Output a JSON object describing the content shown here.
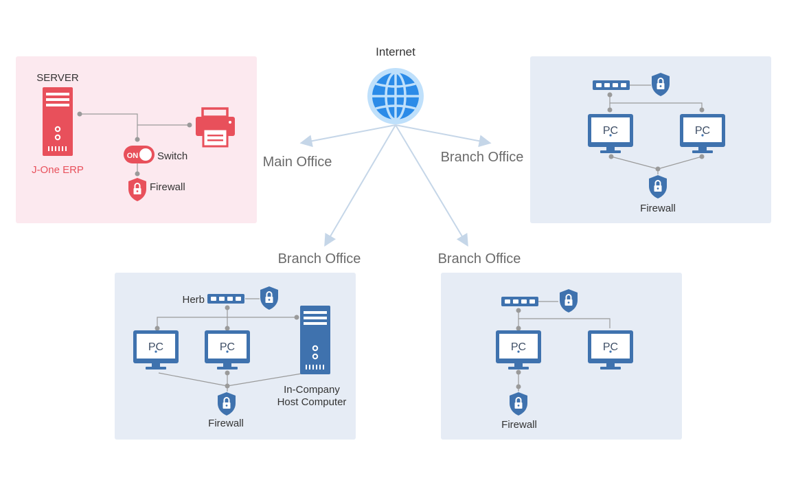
{
  "internet_label": "Internet",
  "main_office": {
    "caption": "Main Office",
    "server_label": "SERVER",
    "erp_label": "J-One ERP",
    "switch_label": "Switch",
    "switch_state": "ON",
    "firewall_label": "Firewall"
  },
  "branch_top_right": {
    "caption": "Branch Office",
    "pc1_label": "PC",
    "pc2_label": "PC",
    "firewall_label": "Firewall"
  },
  "branch_bottom_left": {
    "caption": "Branch Office",
    "hub_label": "Herb",
    "pc1_label": "PC",
    "pc2_label": "PC",
    "host_label_line1": "In-Company",
    "host_label_line2": "Host Computer",
    "firewall_label": "Firewall"
  },
  "branch_bottom_right": {
    "caption": "Branch Office",
    "pc1_label": "PC",
    "pc2_label": "PC",
    "firewall_label": "Firewall"
  },
  "colors": {
    "main_bg": "#fce9ef",
    "main_accent": "#e8505b",
    "branch_bg": "#e6ecf5",
    "branch_accent": "#3f72ae",
    "globe": "#2b8be8",
    "arrow": "#c5d6e8",
    "connector": "#9a9a9a"
  }
}
